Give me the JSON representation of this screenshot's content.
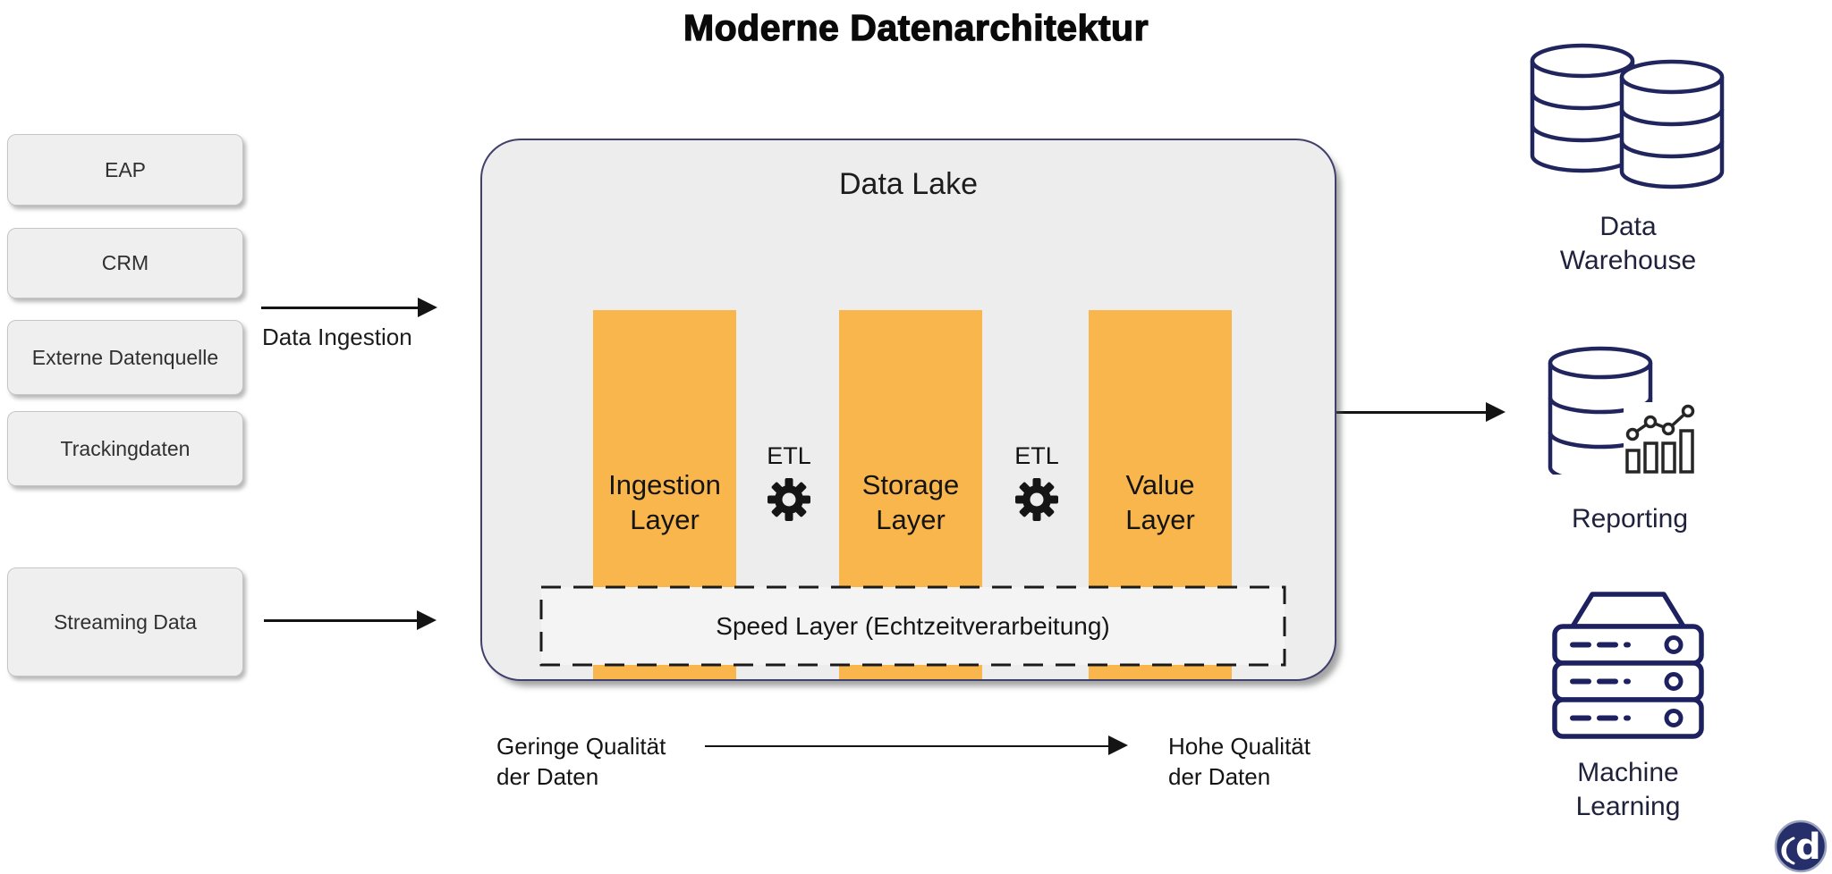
{
  "title": "Moderne Datenarchitektur",
  "sources": {
    "eap": "EAP",
    "crm": "CRM",
    "extern": "Externe Datenquelle",
    "tracking": "Trackingdaten",
    "streaming": "Streaming Data"
  },
  "flow": {
    "ingestion_label": "Data Ingestion"
  },
  "data_lake": {
    "title": "Data Lake",
    "ingestion_layer": "Ingestion\nLayer",
    "storage_layer": "Storage\nLayer",
    "value_layer": "Value\nLayer",
    "etl_1": "ETL",
    "etl_2": "ETL",
    "speed_layer": "Speed Layer (Echtzeitverarbeitung)"
  },
  "quality": {
    "low": "Geringe Qualität\nder Daten",
    "high": "Hohe Qualität\nder Daten"
  },
  "outputs": {
    "warehouse": "Data\nWarehouse",
    "reporting": "Reporting",
    "machine_learning": "Machine\nLearning"
  },
  "logo": {
    "letter": "d"
  },
  "colors": {
    "accent_orange": "#F8B64C",
    "navy_outline": "#20255E",
    "lake_border": "#413F6B",
    "lake_fill": "#EDEDED",
    "source_box_fill": "#EFEFEF",
    "logo_fill": "#272F6B"
  }
}
